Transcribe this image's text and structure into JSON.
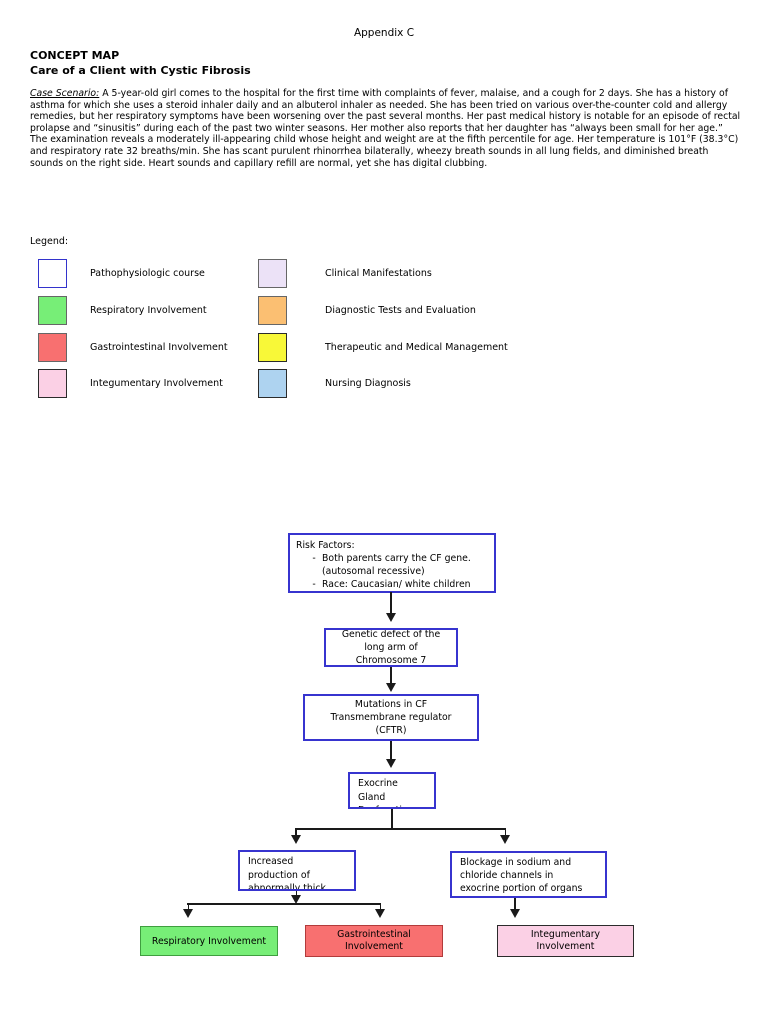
{
  "document": {
    "appendix_label": "Appendix C",
    "title": "CONCEPT MAP",
    "subtitle": "Care of a Client with Cystic Fibrosis",
    "case_scenario": {
      "label": "Case Scenario:",
      "text": " A 5-year-old girl comes to the hospital for the first time with complaints of fever, malaise, and a cough for 2 days. She has a history of asthma for which she uses a steroid inhaler daily and an albuterol inhaler as needed. She has been tried on various over-the-counter cold and allergy remedies, but her respiratory symptoms have been worsening over the past several months. Her past medical history is notable for an episode of rectal prolapse and “sinusitis” during each of the past two winter seasons. Her mother also reports that her daughter has “always been small for her age.” The examination reveals a moderately ill-appearing child whose height and weight are at the fifth percentile for age. Her temperature is 101°F (38.3°C) and respiratory rate 32 breaths/min. She has scant purulent rhinorrhea bilaterally, wheezy breath sounds in all lung fields, and diminished breath sounds on the right side. Heart sounds and capillary refill are normal, yet she has digital clubbing."
    }
  },
  "legend": {
    "heading": "Legend:",
    "items": [
      {
        "label": "Pathophysiologic course",
        "fill": "#ffffff",
        "border": "#3333cc"
      },
      {
        "label": "Respiratory Involvement",
        "fill": "#77ee77",
        "border": "#666666"
      },
      {
        "label": "Gastrointestinal Involvement",
        "fill": "#f87070",
        "border": "#666666"
      },
      {
        "label": "Integumentary Involvement",
        "fill": "#fbd0e5",
        "border": "#2b2b2b"
      },
      {
        "label": "Clinical Manifestations",
        "fill": "#ece2f7",
        "border": "#666666"
      },
      {
        "label": "Diagnostic Tests and Evaluation",
        "fill": "#fbbf72",
        "border": "#666666"
      },
      {
        "label": "Therapeutic and Medical Management",
        "fill": "#f8f838",
        "border": "#2b2b2b"
      },
      {
        "label": "Nursing Diagnosis",
        "fill": "#aed3f0",
        "border": "#2b2b2b"
      }
    ]
  },
  "flowchart": {
    "colors": {
      "node_border": "#3734cf",
      "connector": "#1a1a1a"
    },
    "risk_factors": {
      "title": "Risk Factors:",
      "marker": "-",
      "bullets": [
        "Both parents carry the CF gene.\n(autosomal recessive)",
        "Race: Caucasian/ white children"
      ]
    },
    "nodes": {
      "genetic": {
        "text": "Genetic defect of the\nlong arm of\nChromosome 7"
      },
      "mutations": {
        "text": "Mutations in CF\nTransmembrane regulator\n(CFTR)"
      },
      "exocrine": {
        "text": "Exocrine\nGland\nDysfunctions"
      },
      "increased": {
        "text": "Increased\nproduction of\nabnormally thick"
      },
      "blockage": {
        "text": "Blockage in sodium and\nchloride channels in\nexocrine portion of organs"
      },
      "respiratory": {
        "text": "Respiratory Involvement",
        "fill": "#77ee77",
        "border": "#3f9e3f"
      },
      "gastrointestinal": {
        "text": "Gastrointestinal\nInvolvement",
        "fill": "#f87070",
        "border": "#b23b3b"
      },
      "integumentary": {
        "text": "Integumentary\nInvolvement",
        "fill": "#fbd0e5",
        "border": "#2b2b2b"
      }
    }
  }
}
